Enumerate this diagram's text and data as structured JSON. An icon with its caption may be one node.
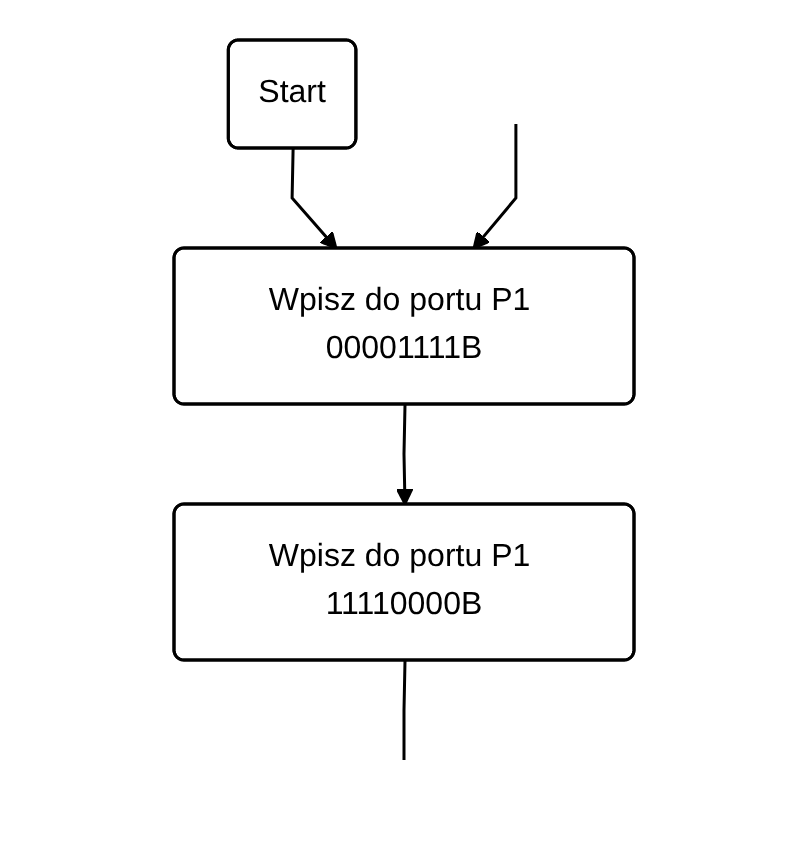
{
  "diagram": {
    "nodes": [
      {
        "text": [
          "Start"
        ]
      },
      {
        "text": [
          "Wpisz do portu P1 00001111B"
        ]
      },
      {
        "text": [
          "Wpisz do portu P1 11110000B"
        ]
      }
    ],
    "edges": [
      {
        "from": 0,
        "to": 1,
        "arrow": "to"
      },
      {
        "from": null,
        "to": 1,
        "arrow": "to"
      },
      {
        "from": 1,
        "to": 2,
        "arrow": "to"
      },
      {
        "from": 2,
        "to": null,
        "arrow": "none"
      }
    ]
  }
}
